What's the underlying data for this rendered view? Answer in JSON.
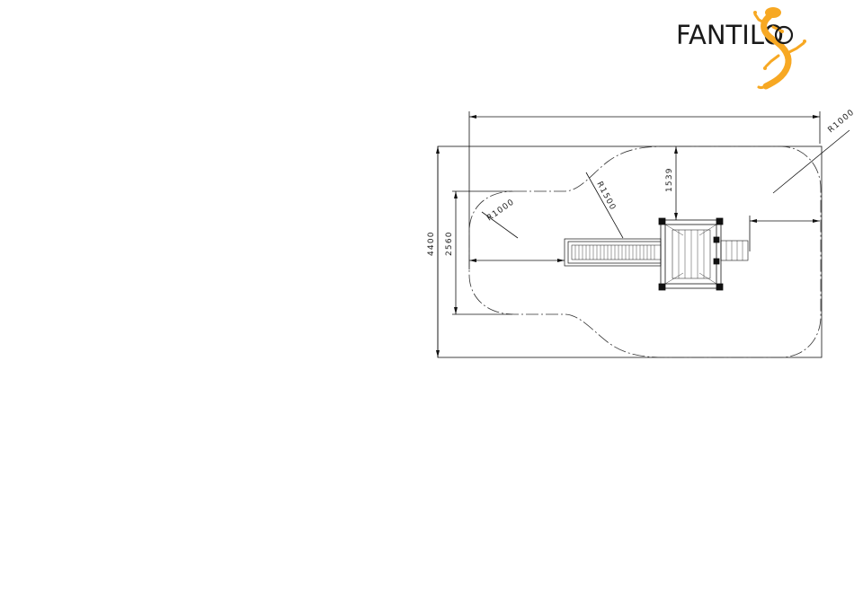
{
  "logo": {
    "text": "FANTILO",
    "accent_color": "#f7a823"
  },
  "dimensions": {
    "total_width_label": "",
    "height_4400": "4400",
    "height_2560": "2560",
    "radius_1000_left": "R1000",
    "radius_1500": "R1500",
    "offset_1539": "1539",
    "radius_1000_right": "R1000"
  },
  "colors": {
    "line": "#111111",
    "safety_zone": "#333333"
  }
}
